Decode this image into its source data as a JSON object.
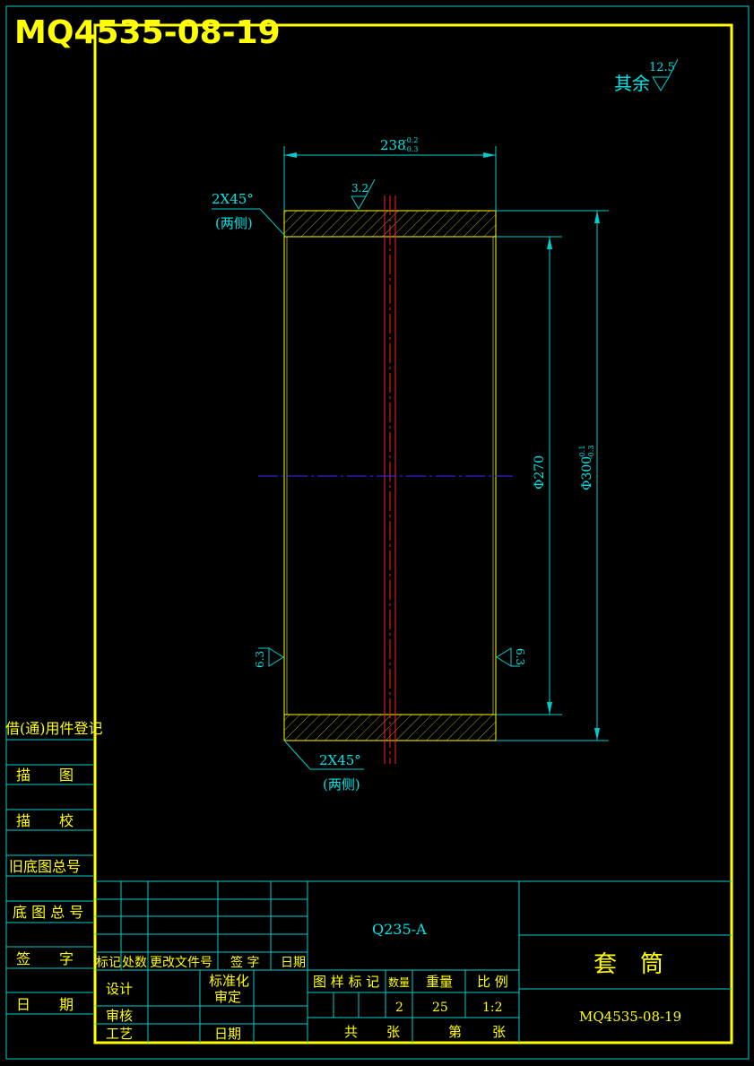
{
  "header_code": "MQ4535-08-19",
  "roughness_other": {
    "label": "其余",
    "value": "12.5"
  },
  "dims": {
    "length_value": "238",
    "length_tol_upper": "-0.2",
    "length_tol_lower": "-0.3",
    "roughness_top": "3.2",
    "chamfer_top_1": "2X45°",
    "chamfer_top_2": "(两侧)",
    "chamfer_bottom_1": "2X45°",
    "chamfer_bottom_2": "(两侧)",
    "inner_dia": "Φ270",
    "outer_dia": "Φ300",
    "outer_tol_upper": "-0.1",
    "outer_tol_lower": "-0.3",
    "roughness_left": "6.3",
    "roughness_right": "6.3"
  },
  "left_column": [
    "借(通)用件登记",
    "描　　图",
    "描　　校",
    "旧底图总号",
    "底 图 总 号",
    "签　　字",
    "日　　期"
  ],
  "title_block": {
    "material": "Q235-A",
    "part_name": "套　筒",
    "drawing_no": "MQ4535-08-19",
    "rev_headers": [
      "标记",
      "处数",
      "更改文件号",
      "签 字",
      "日期"
    ],
    "row_design": "设计",
    "row_standard": "标准化",
    "row_approve": "审定",
    "row_check": "审核",
    "row_process": "工艺",
    "row_date": "日期",
    "attr_headers": [
      "图 样 标 记",
      "数量",
      "重量",
      "比 例"
    ],
    "attr_values": [
      "2",
      "25",
      "1:2"
    ],
    "total_label": "共",
    "sheet_label1": "张",
    "sheet_label2": "第",
    "sheet_label3": "张"
  }
}
